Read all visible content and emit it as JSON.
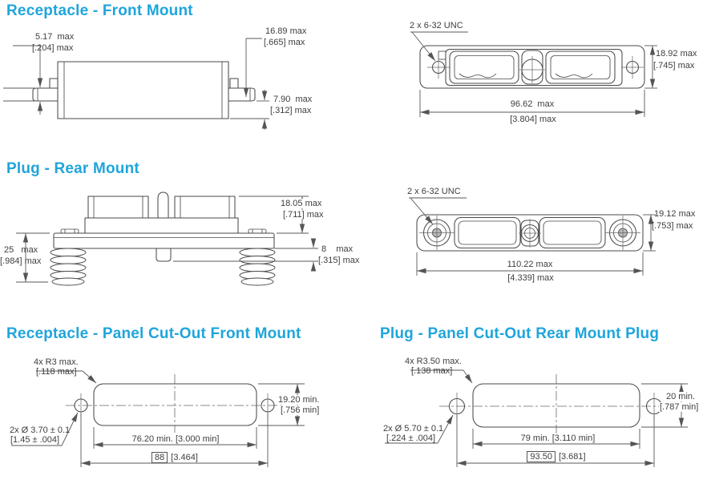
{
  "accent_color": "#1fa5dc",
  "line_color": "#4a4a4a",
  "titles": {
    "receptacle_front": "Receptacle - Front Mount",
    "plug_rear": "Plug - Rear Mount",
    "receptacle_cutout": "Receptacle - Panel Cut-Out Front Mount",
    "plug_cutout": "Plug - Panel Cut-Out Rear Mount Plug"
  },
  "receptacle": {
    "side": {
      "flange_thickness_mm": "5.17  max",
      "flange_thickness_in": "[.204] max",
      "body_height_mm": "16.89 max",
      "body_height_in": "[.665] max",
      "rear_depth_mm": "7.90  max",
      "rear_depth_in": "[.312] max"
    },
    "front": {
      "thread_note": "2 x 6-32 UNC",
      "height_mm": "18.92 max",
      "height_in": "[.745] max",
      "width_mm": "96.62  max",
      "width_in": "[3.804] max"
    }
  },
  "plug": {
    "side": {
      "body_height_mm": "18.05 max",
      "body_height_in": "[.711] max",
      "overall_height_mm": "25   max",
      "overall_height_in": "[.984] max",
      "rear_depth_mm": "8    max",
      "rear_depth_in": "[.315] max"
    },
    "front": {
      "thread_note": "2 x 6-32 UNC",
      "height_mm": "19.12 max",
      "height_in": "[.753] max",
      "width_mm": "110.22 max",
      "width_in": "[4.339] max"
    }
  },
  "receptacle_cutout": {
    "corner_radius_note": "4x R3 max.",
    "corner_radius_note_in": "[.118 max]",
    "hole_note": "2x Ø 3.70 ± 0.1",
    "hole_note_in": "[1.45 ± .004]",
    "height_min": "19.20 min.",
    "height_min_in": "[.756 min]",
    "cutout_width": "76.20 min. [3.000 min]",
    "hole_spacing_basic": "88",
    "hole_spacing_in": "[3.464]"
  },
  "plug_cutout": {
    "corner_radius_note": "4x R3.50 max.",
    "corner_radius_note_in": "[.138 max]",
    "hole_note": "2x Ø 5.70 ± 0.1",
    "hole_note_in": "[.224 ± .004]",
    "height_min": "20 min.",
    "height_min_in": "[.787 min]",
    "cutout_width": "79 min. [3.110 min]",
    "hole_spacing_basic": "93.50",
    "hole_spacing_in": "[3.681]"
  }
}
